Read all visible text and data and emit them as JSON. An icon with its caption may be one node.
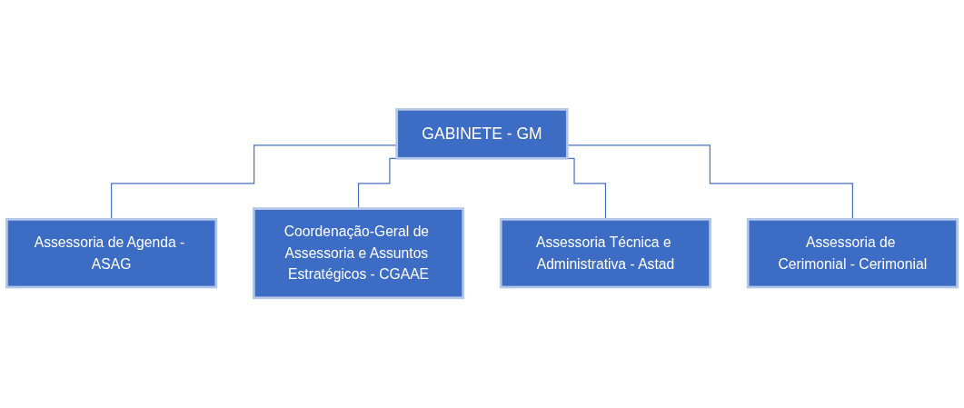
{
  "diagram": {
    "nodes": [
      {
        "text": [
          "GABINETE - GM"
        ]
      },
      {
        "text": [
          "Assessoria de Agenda - ASAG"
        ]
      },
      {
        "text": [
          "Coordenação-Geral de Assessoria e Assuntos Estratégicos - CGAAE"
        ]
      },
      {
        "text": [
          "Assessoria Técnica e Administrativa - Astad"
        ]
      },
      {
        "text": [
          "Assessoria de Cerimonial - Cerimonial"
        ]
      }
    ],
    "edges": [
      {
        "from": 0,
        "to": 1,
        "arrow": "none"
      },
      {
        "from": 0,
        "to": 2,
        "arrow": "none"
      },
      {
        "from": 0,
        "to": 3,
        "arrow": "none"
      },
      {
        "from": 0,
        "to": 4,
        "arrow": "none"
      }
    ]
  }
}
